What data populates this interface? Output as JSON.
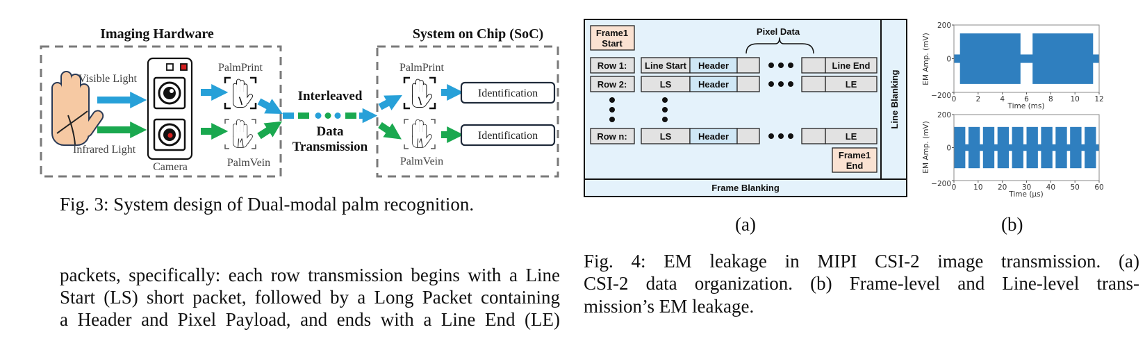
{
  "figure3": {
    "title_left": "Imaging Hardware",
    "title_right": "System on Chip (SoC)",
    "visible_light": "Visible Light",
    "infrared_light": "Infrared Light",
    "camera": "Camera",
    "palmprint_left": "PalmPrint",
    "palmvein_left": "PalmVein",
    "interleaved": "Interleaved",
    "data": "Data",
    "transmission": "Transmission",
    "palmprint_right": "PalmPrint",
    "palmvein_right": "PalmVein",
    "identification_1": "Identification",
    "identification_2": "Identification",
    "caption": "Fig. 3: System design of Dual-modal palm recognition."
  },
  "figure4": {
    "panel_a": {
      "frame_start": [
        "Frame1",
        "Start"
      ],
      "frame_end": [
        "Frame1",
        "End"
      ],
      "pixel_data": "Pixel Data",
      "rows": [
        {
          "label": "Row 1:",
          "first": "Line Start",
          "header": "Header",
          "last": "Line End"
        },
        {
          "label": "Row 2:",
          "first": "LS",
          "header": "Header",
          "last": "LE"
        },
        {
          "label": "Row n:",
          "first": "LS",
          "header": "Header",
          "last": "LE"
        }
      ],
      "line_blanking": "Line Blanking",
      "frame_blanking": "Frame Blanking"
    },
    "label_a": "(a)",
    "label_b": "(b)",
    "caption_lines": [
      "Fig. 4: EM leakage in MIPI CSI-2 image transmission. (a)",
      "CSI-2 data organization. (b) Frame-level and Line-level trans-",
      "mission’s EM leakage."
    ]
  },
  "body_text_lines": [
    "packets, specifically: each row transmission begins with a Line",
    "Start (LS) short packet, followed by a Long Packet containing",
    "a Header and Pixel Payload, and ends with a Line End (LE)"
  ],
  "colors": {
    "visible_arrow": "#27a0d8",
    "infrared_arrow": "#1aa84f",
    "hand_skin": "#f6c9a3",
    "diagram_bg": "#e4f2fb",
    "cell_gray": "#e2e2e2",
    "header_blue": "#cfe7f5",
    "frame_peach": "#fae2d2",
    "signal": "#2f7fbf",
    "dashed_border": "#7a7a7a"
  },
  "chart_data": [
    {
      "type": "area",
      "title": "",
      "xlabel": "Time (ms)",
      "ylabel": "EM Amp. (mV)",
      "xlim": [
        0,
        12
      ],
      "ylim": [
        -200,
        200
      ],
      "xticks": [
        "0",
        "2",
        "4",
        "6",
        "8",
        "10",
        "12"
      ],
      "yticks": [
        "200",
        "0",
        "−200"
      ],
      "baseline_amplitude": 25,
      "bursts": [
        {
          "start": 0.5,
          "end": 5.5,
          "amplitude": 150
        },
        {
          "start": 6.5,
          "end": 11.5,
          "amplitude": 150
        }
      ]
    },
    {
      "type": "area",
      "title": "",
      "xlabel": "Time (µs)",
      "ylabel": "EM Amp. (mV)",
      "xlim": [
        0,
        60
      ],
      "ylim": [
        -200,
        200
      ],
      "xticks": [
        "0",
        "10",
        "20",
        "30",
        "40",
        "50",
        "60"
      ],
      "yticks": [
        "200",
        "0",
        "−200"
      ],
      "baseline_amplitude": 20,
      "bursts": [
        {
          "start": 0,
          "end": 4.7,
          "amplitude": 125
        },
        {
          "start": 6,
          "end": 10.7,
          "amplitude": 125
        },
        {
          "start": 12,
          "end": 16.7,
          "amplitude": 125
        },
        {
          "start": 18,
          "end": 22.7,
          "amplitude": 125
        },
        {
          "start": 24,
          "end": 28.7,
          "amplitude": 125
        },
        {
          "start": 30,
          "end": 34.7,
          "amplitude": 125
        },
        {
          "start": 36,
          "end": 40.7,
          "amplitude": 125
        },
        {
          "start": 42,
          "end": 46.7,
          "amplitude": 125
        },
        {
          "start": 48,
          "end": 52.7,
          "amplitude": 125
        },
        {
          "start": 54,
          "end": 58.7,
          "amplitude": 125
        }
      ]
    }
  ]
}
